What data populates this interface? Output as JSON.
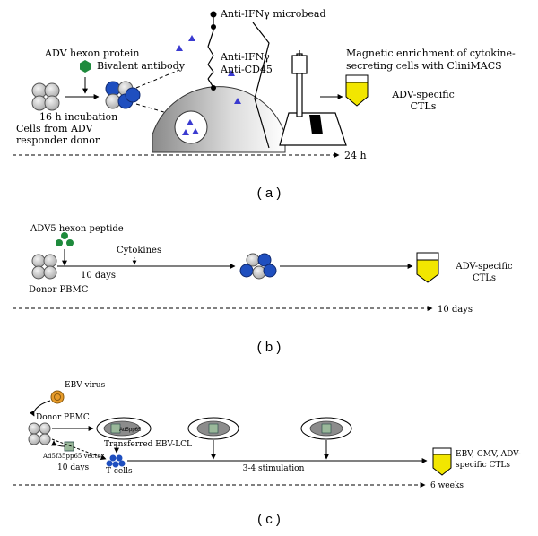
{
  "panel_a": {
    "label": "( a )",
    "hexon_protein": "ADV hexon protein",
    "bivalent_antibody": "Bivalent antibody",
    "incubation": "16 h incubation",
    "cells_line1": "Cells from ADV",
    "cells_line2": "responder donor",
    "microbead": "Anti-IFNγ microbead",
    "anti_ifn": "Anti-IFNγ",
    "anti_cd45": "Anti-CD45",
    "enrich_line1": "Magnetic enrichment of cytokine-",
    "enrich_line2": "secreting cells with CliniMACS",
    "ctl_line1": "ADV-specific",
    "ctl_line2": "CTLs",
    "time": "24 h",
    "colors": {
      "blue_cell": "#1f4fbf",
      "hexon": "#1e8a3c",
      "triangle": "#3a3ad0",
      "yellow": "#f2e600"
    }
  },
  "panel_b": {
    "label": "( b )",
    "peptide": "ADV5 hexon peptide",
    "cytokines": "Cytokines",
    "days": "10 days",
    "donor": "Donor PBMC",
    "ctl_line1": "ADV-specific",
    "ctl_line2": "CTLs",
    "time": "10 days"
  },
  "panel_c": {
    "label": "( c )",
    "ebv": "EBV virus",
    "donor": "Donor PBMC",
    "ad5": "Ad5",
    "pp65": "pp65",
    "transferred": "Transferred EBV-LCL",
    "vector": "Ad5f35pp65 vector",
    "days": "10 days",
    "tcells": "T cells",
    "stimulation": "3-4 stimulation",
    "ctl_line1": "EBV, CMV, ADV-",
    "ctl_line2": "specific CTLs",
    "time": "6 weeks"
  }
}
